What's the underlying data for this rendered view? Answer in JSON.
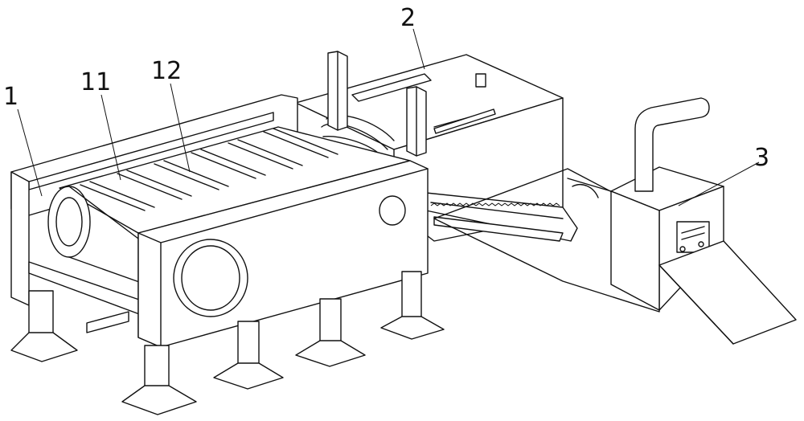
{
  "figure": {
    "labels": {
      "l1": "1",
      "l11": "11",
      "l12": "12",
      "l2": "2",
      "l3": "3"
    }
  }
}
